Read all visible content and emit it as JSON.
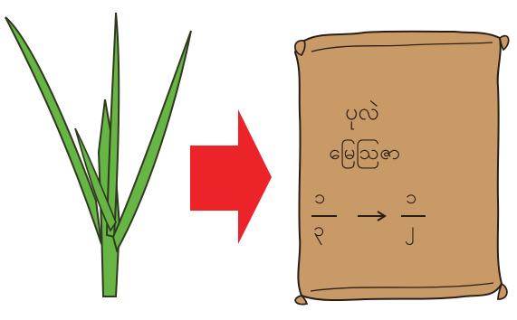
{
  "colors": {
    "plant_green": "#66b545",
    "plant_outline": "#2f3a1e",
    "arrow_red": "#ec2329",
    "bag_fill": "#c89a67",
    "bag_outline": "#2a1d14",
    "background": "#ffffff"
  },
  "illustration": {
    "left": "rice-plant-icon",
    "middle": "right-arrow-icon",
    "right": "rice-sack-icon"
  },
  "bag_label": {
    "line1": "ပုလဲ",
    "line2": "မြေဩဇာ",
    "fraction_left_numerator": "၁",
    "fraction_left_denominator": "၃",
    "fraction_right_numerator": "၁",
    "fraction_right_denominator": "၂"
  }
}
